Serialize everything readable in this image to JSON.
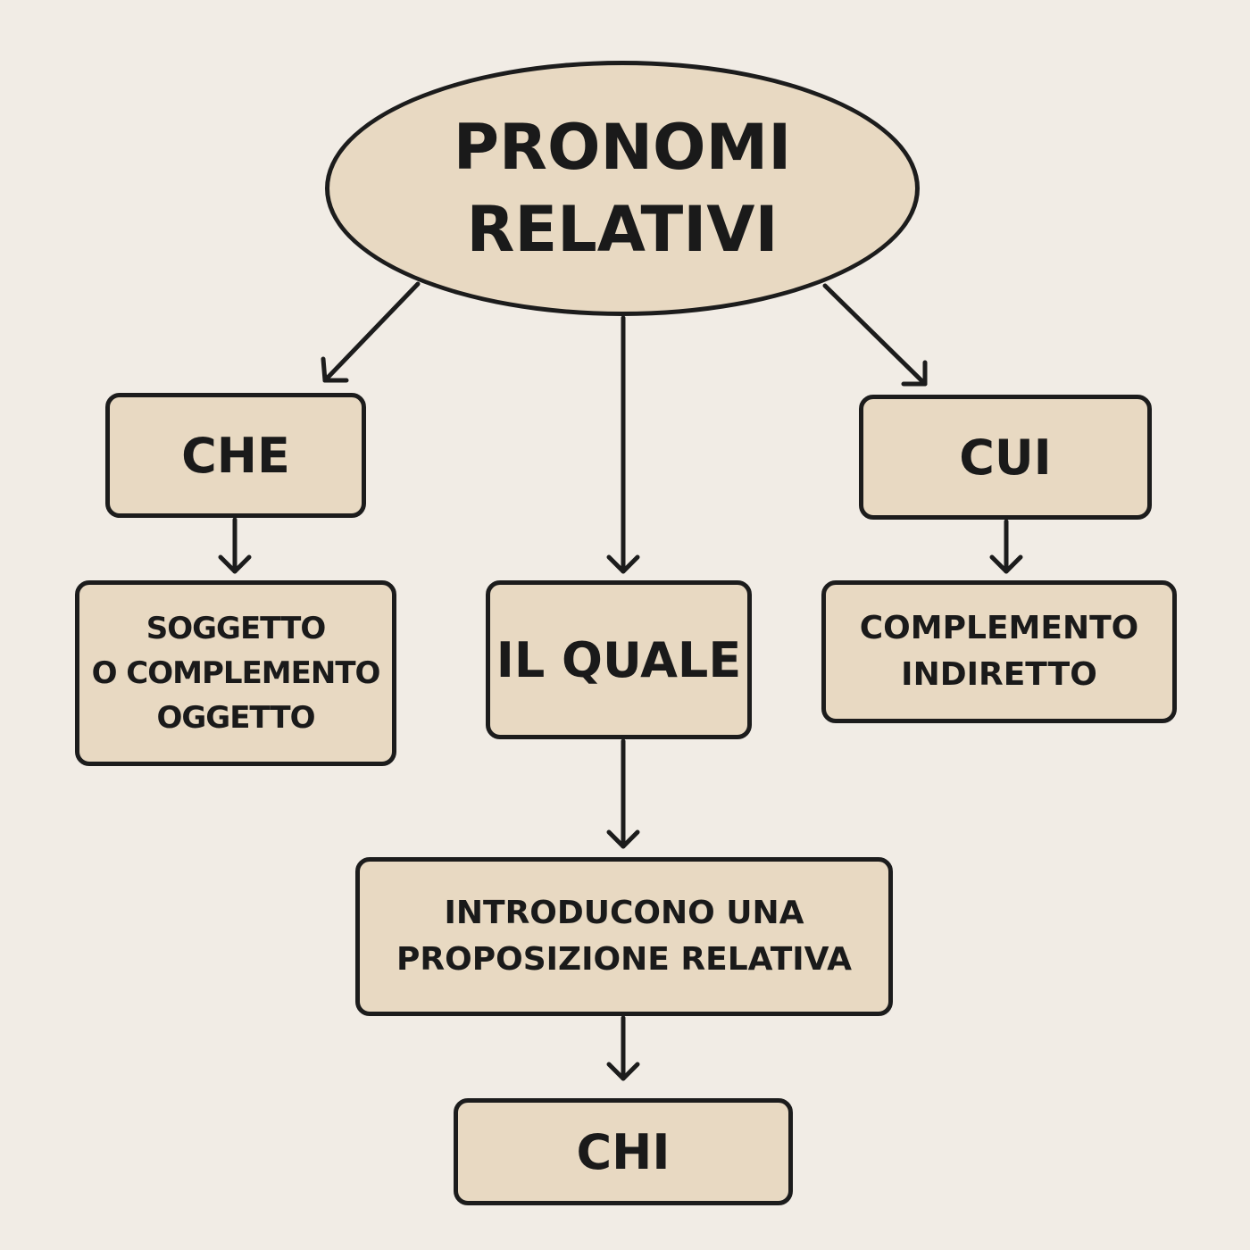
{
  "colors": {
    "background": "#f1ece5",
    "node_fill": "#e8d9c2",
    "stroke": "#1c1c1c"
  },
  "root": {
    "lines": [
      "PRONOMI",
      "RELATIVI"
    ]
  },
  "nodes": {
    "che": {
      "label": "CHE"
    },
    "il_quale": {
      "label": "IL QUALE"
    },
    "cui": {
      "label": "CUI"
    },
    "soggetto": {
      "lines": [
        "SOGGETTO",
        "O COMPLEMENTO",
        "OGGETTO"
      ]
    },
    "complemento_indiretto": {
      "lines": [
        "COMPLEMENTO",
        "INDIRETTO"
      ]
    },
    "introducono": {
      "lines": [
        "INTRODUCONO UNA",
        "PROPOSIZIONE RELATIVA"
      ]
    },
    "chi": {
      "label": "CHI"
    }
  },
  "edges": [
    {
      "from": "PRONOMI RELATIVI",
      "to": "CHE"
    },
    {
      "from": "PRONOMI RELATIVI",
      "to": "IL QUALE"
    },
    {
      "from": "PRONOMI RELATIVI",
      "to": "CUI"
    },
    {
      "from": "CHE",
      "to": "SOGGETTO O COMPLEMENTO OGGETTO"
    },
    {
      "from": "CUI",
      "to": "COMPLEMENTO INDIRETTO"
    },
    {
      "from": "IL QUALE",
      "to": "INTRODUCONO UNA PROPOSIZIONE RELATIVA"
    },
    {
      "from": "INTRODUCONO UNA PROPOSIZIONE RELATIVA",
      "to": "CHI"
    }
  ]
}
